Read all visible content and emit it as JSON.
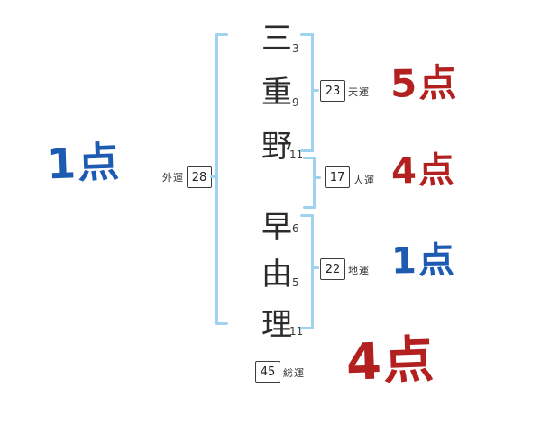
{
  "name": {
    "chars": [
      {
        "char": "三",
        "strokes": "3"
      },
      {
        "char": "重",
        "strokes": "9"
      },
      {
        "char": "野",
        "strokes": "11"
      },
      {
        "char": "早",
        "strokes": "6"
      },
      {
        "char": "由",
        "strokes": "5"
      },
      {
        "char": "理",
        "strokes": "11"
      }
    ]
  },
  "fortunes": {
    "outer": {
      "label": "外運",
      "value": "28",
      "score": "1点"
    },
    "heaven": {
      "label": "天運",
      "value": "23",
      "score": "5点"
    },
    "person": {
      "label": "人運",
      "value": "17",
      "score": "4点"
    },
    "earth": {
      "label": "地運",
      "value": "22",
      "score": "1点"
    },
    "total": {
      "label": "総運",
      "value": "45",
      "score": "4点"
    }
  },
  "colors": {
    "bracket_blue": "#9fd2ef",
    "score_blue": "#1d5ab2",
    "score_red": "#b22020"
  }
}
